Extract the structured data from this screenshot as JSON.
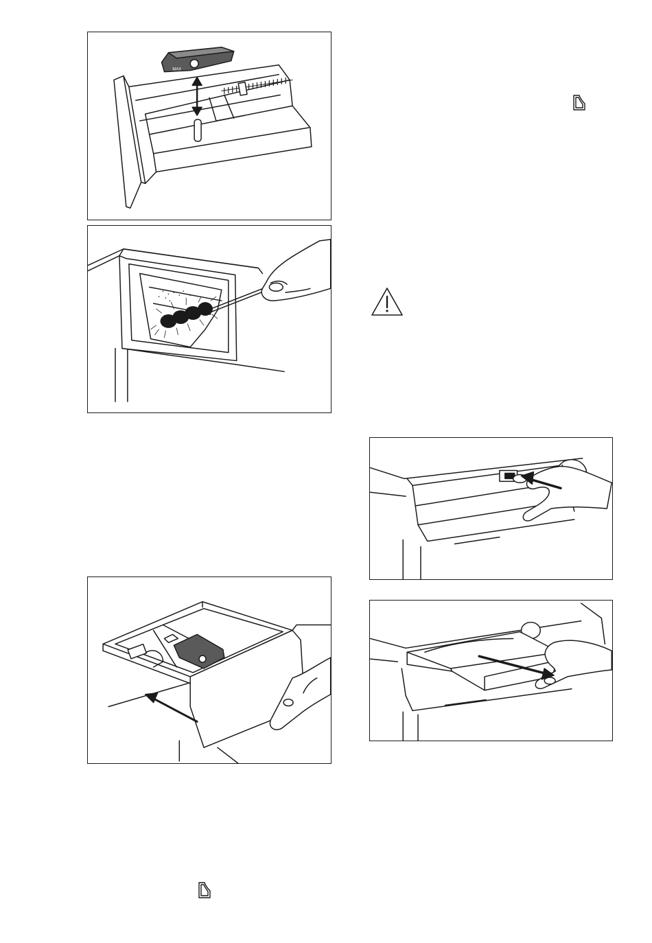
{
  "figures": [
    {
      "id": "fig-1",
      "subject": "dispenser-cap-removal"
    },
    {
      "id": "fig-2",
      "subject": "dispenser-recess-brush-cleaning"
    },
    {
      "id": "fig-3",
      "subject": "dispenser-drawer-pull-out"
    },
    {
      "id": "fig-4",
      "subject": "release-button-press"
    },
    {
      "id": "fig-5",
      "subject": "drawer-pull-out"
    }
  ],
  "icons": {
    "detergent_symbol": "detergent-compartment-icon",
    "warning_symbol": "warning-triangle-icon"
  },
  "colors": {
    "line": "#1a1a1a",
    "background": "#ffffff"
  }
}
